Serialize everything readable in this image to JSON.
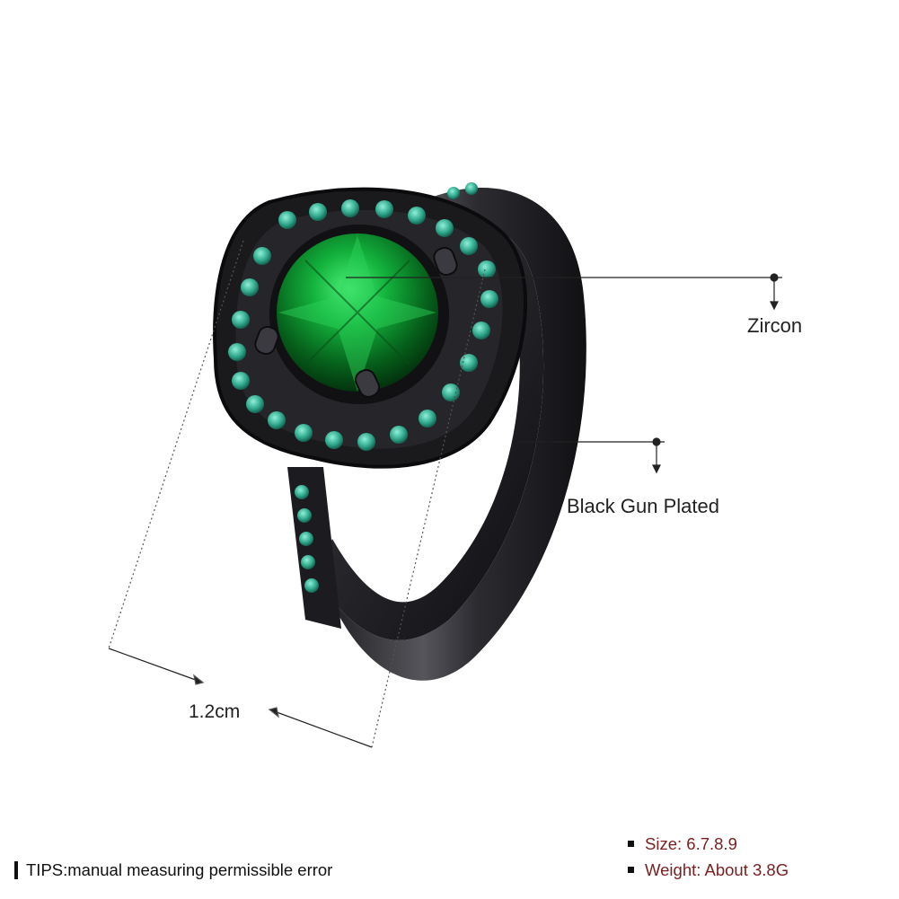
{
  "annotations": {
    "stone_label": "Zircon",
    "band_label": "Black Gun Plated",
    "width_label": "1.2cm"
  },
  "tips": "TIPS:manual measuring permissible error",
  "specs": {
    "size_key": "Size:",
    "size_value": "6.7.8.9",
    "weight_key": "Weight:",
    "weight_value": "About 3.8G"
  },
  "colors": {
    "metal": "#2b2b2f",
    "center_stone": "#0d8a2a",
    "halo_stones": "#3fb39a",
    "spec_text": "#7a1e1e"
  }
}
